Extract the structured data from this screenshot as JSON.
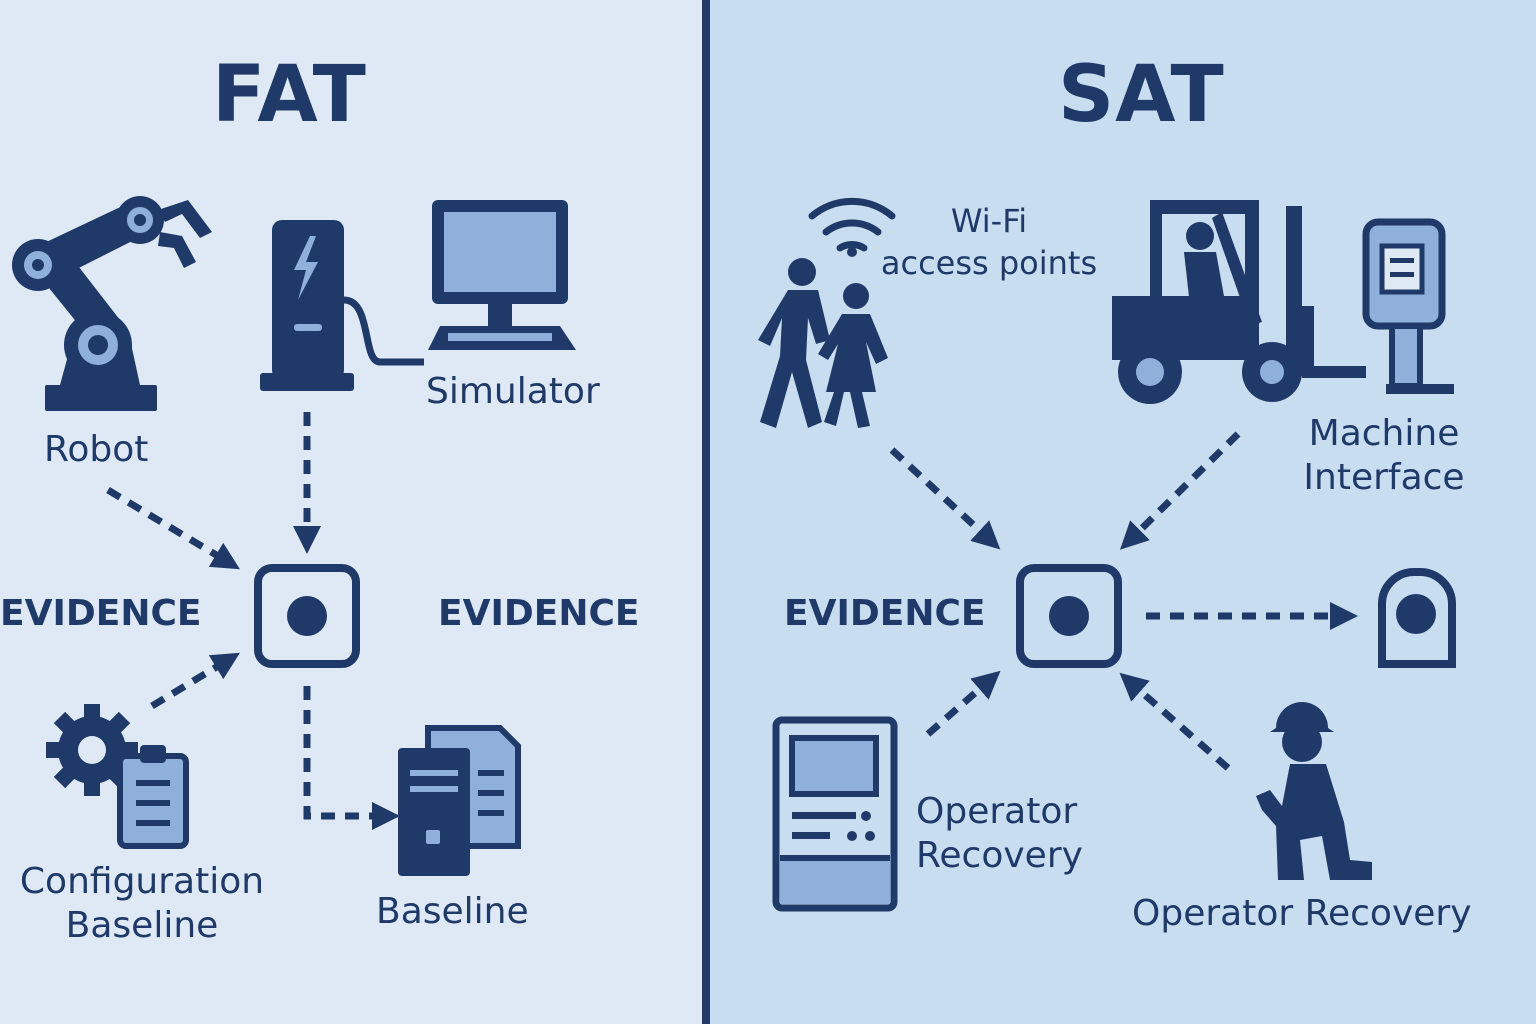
{
  "fat": {
    "title": "FAT",
    "robot_label": "Robot",
    "simulator_label": "Simulator",
    "evidence_left": "EVIDENCE",
    "evidence_right": "EVIDENCE",
    "config_line1": "Configuration",
    "config_line2": "Baseline",
    "baseline_label": "Baseline"
  },
  "sat": {
    "title": "SAT",
    "wifi_line1": "Wi-Fi",
    "wifi_line2": "access points",
    "machine_line1": "Machine",
    "machine_line2": "Interface",
    "evidence": "EVIDENCE",
    "operator_line1": "Operator",
    "operator_line2": "Recovery",
    "operator_recovery": "Operator Recovery"
  },
  "colors": {
    "navy": "#1f3a68",
    "fat_bg": "#dfe9f5",
    "sat_bg": "#c9ddf1",
    "screen": "#8fb0da"
  },
  "icons": [
    "robot-arm-icon",
    "charger-icon",
    "computer-icon",
    "gear-icon",
    "clipboard-icon",
    "server-icon",
    "document-icon",
    "wifi-icon",
    "walking-people-icon",
    "forklift-icon",
    "kiosk-icon",
    "terminal-icon",
    "kneeling-worker-icon",
    "evidence-node-icon",
    "device-icon"
  ]
}
